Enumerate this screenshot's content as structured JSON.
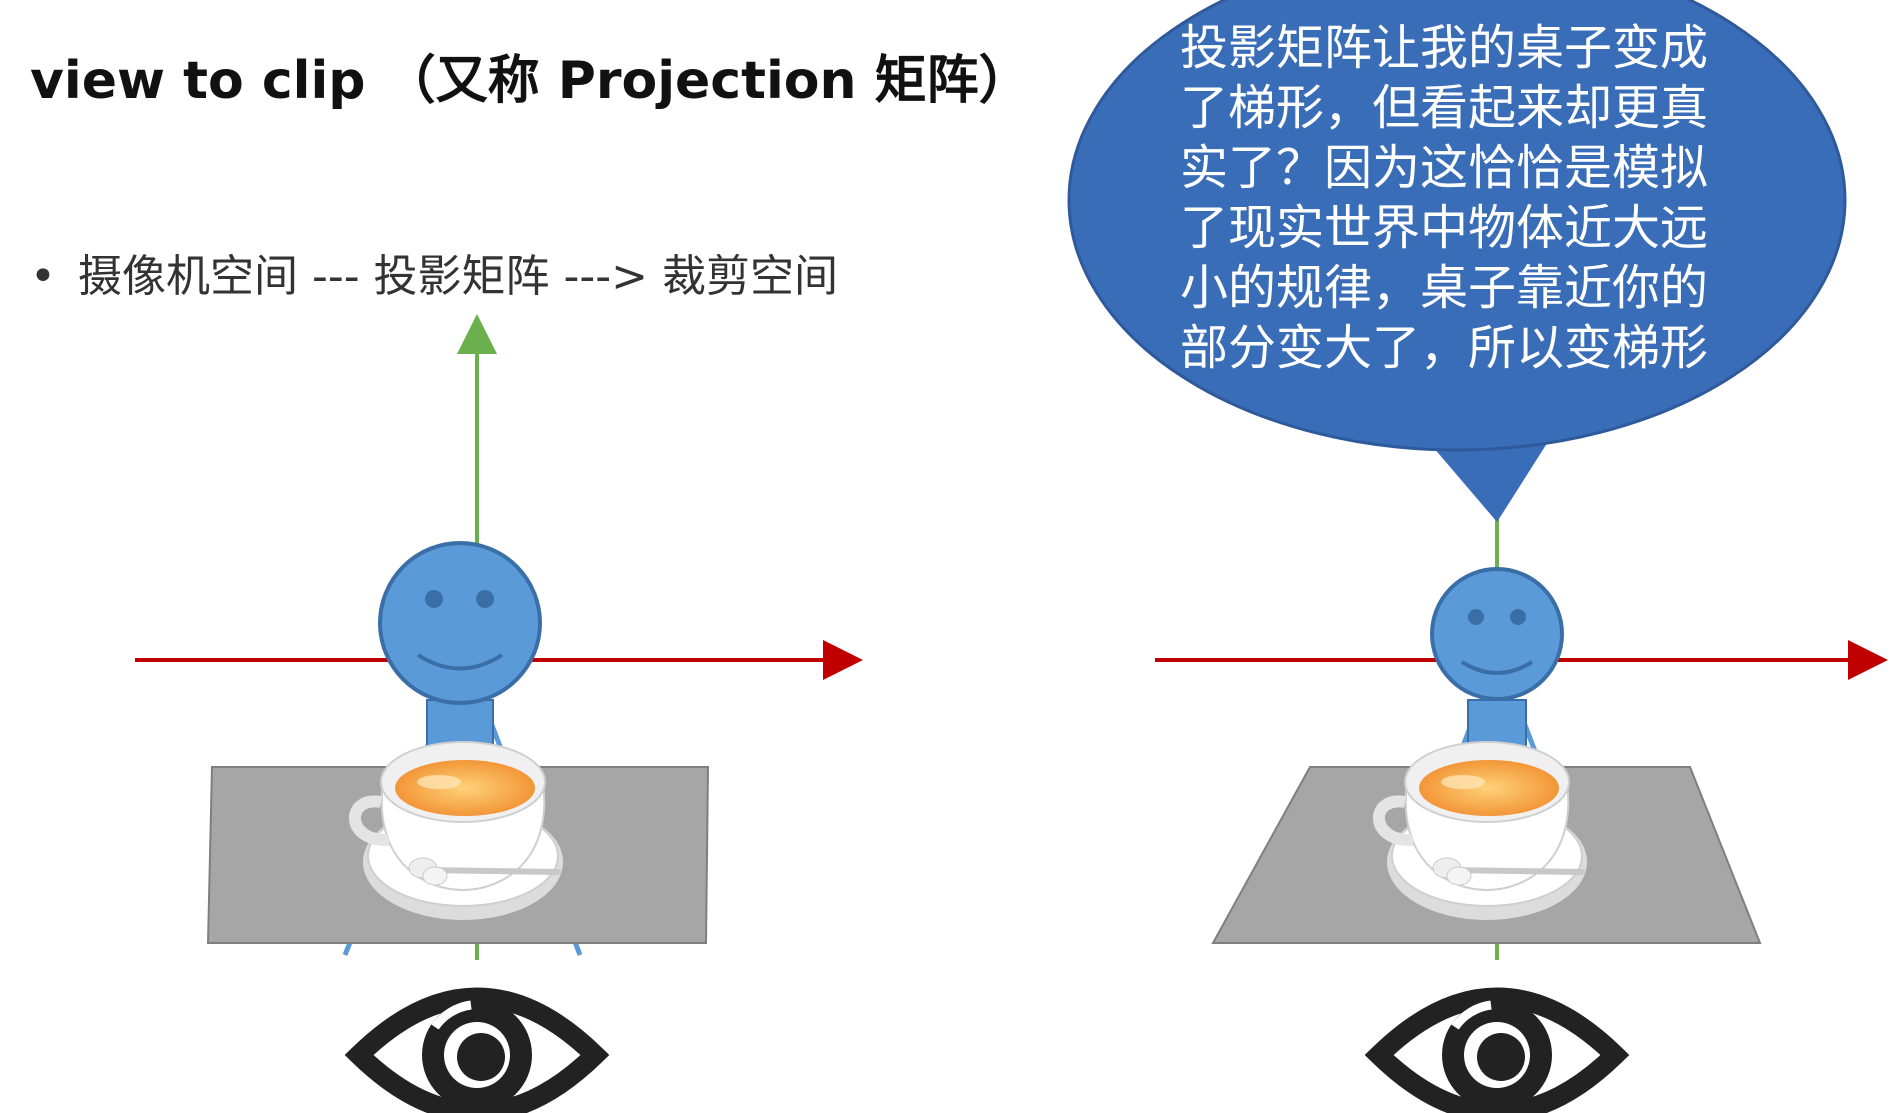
{
  "title": "view to clip （又称  Projection  矩阵）",
  "bullet": {
    "marker": "•",
    "text": "摄像机空间  ---  投影矩阵  --->  裁剪空间"
  },
  "speech_bubble": {
    "lines": [
      "投影矩阵让我的桌子变成",
      "了梯形，但看起来却更真",
      "实了？因为这恰恰是模拟",
      "了现实世界中物体近大远",
      "小的规律，桌子靠近你的",
      "部分变大了，所以变梯形"
    ]
  },
  "colors": {
    "bubble": "#3a6db8",
    "person": "#5a9ad8",
    "person_stroke": "#3a6ea6",
    "table": "#a6a6a6",
    "x_axis": "#c00000",
    "z_axis": "#6ab04c",
    "eye": "#222222"
  },
  "icons": [
    "person-figure",
    "tea-cup-icon",
    "eye-icon"
  ]
}
